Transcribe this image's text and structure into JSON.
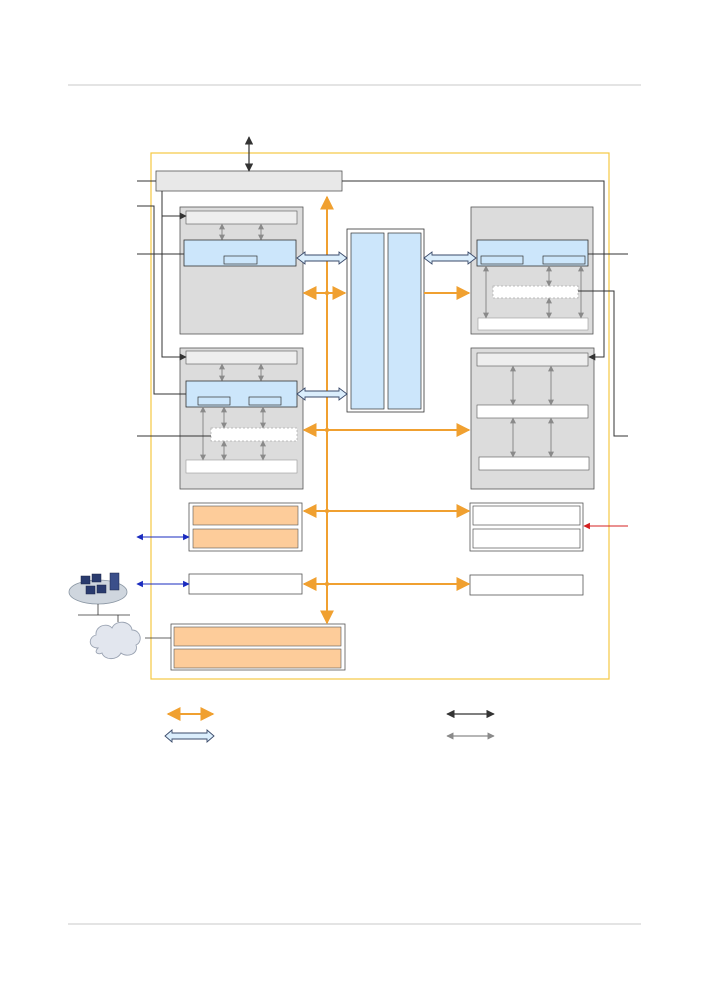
{
  "colors": {
    "frame_border": "#f5c842",
    "board_fill": "#dcdcdc",
    "board_stroke": "#555555",
    "module_fill": "#cce6fb",
    "orange_fill": "#fdcc9a",
    "orange_arrow": "#f0a030",
    "dark_arrow": "#333333",
    "gray_arrow": "#8a8a8a",
    "blue_arrow": "#1a2bbf",
    "red_arrow": "#d42020",
    "double_arrow_fill": "#dbeefc",
    "double_arrow_stroke": "#3a4a6a",
    "page_rule": "#c8c8c8"
  },
  "icons": {
    "workstation_cluster": "pc-cluster-icon",
    "network_cloud": "cloud-icon"
  },
  "legend": [
    {
      "kind": "orange-double-arrow",
      "label": ""
    },
    {
      "kind": "outlined-double-arrow",
      "label": ""
    },
    {
      "kind": "dark-double-arrow",
      "label": ""
    },
    {
      "kind": "gray-double-arrow",
      "label": ""
    }
  ]
}
